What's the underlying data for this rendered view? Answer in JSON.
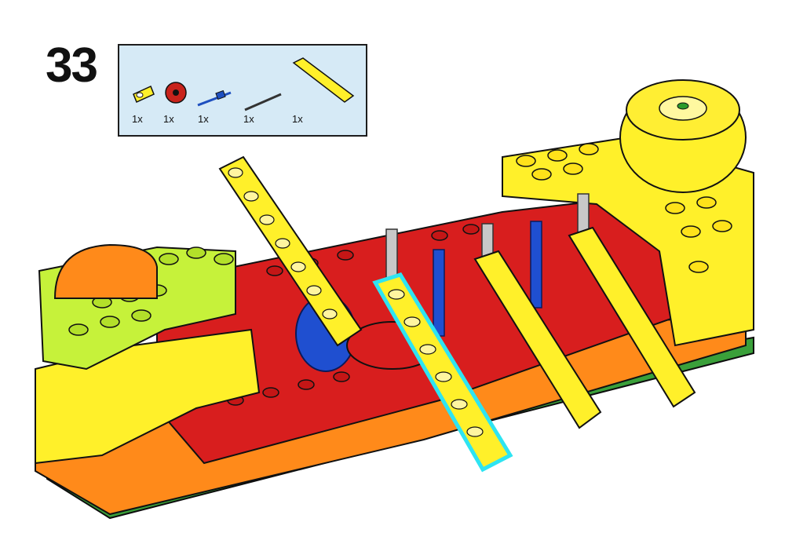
{
  "step": {
    "number": "33"
  },
  "parts": [
    {
      "icon": "technic-liftarm-small-part",
      "qty": "1x",
      "color": "#ffee33"
    },
    {
      "icon": "gear-part",
      "qty": "1x",
      "color": "#c8231c"
    },
    {
      "icon": "axle-connector-part",
      "qty": "1x",
      "color": "#1e4fbf"
    },
    {
      "icon": "axle-part",
      "qty": "1x",
      "color": "#333333"
    },
    {
      "icon": "technic-liftarm-long-part",
      "qty": "1x",
      "color": "#ffee33"
    }
  ],
  "colors": {
    "yellow": "#fff02a",
    "red": "#d81e1e",
    "orange": "#ff8a1a",
    "lime": "#c6f23a",
    "blue": "#1f4fd0",
    "green": "#3aa03a",
    "highlight": "#2ee4f2",
    "parts_bg": "#d6eaf6"
  }
}
